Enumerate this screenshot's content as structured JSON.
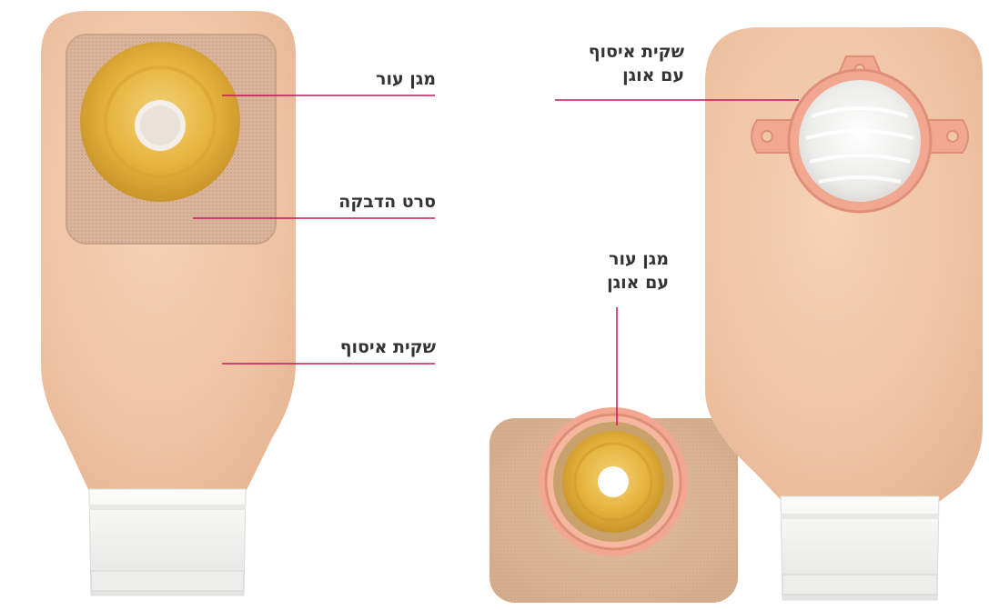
{
  "colors": {
    "text": "#333333",
    "leader_line": "#c2185b",
    "pouch": "#f0c8a8",
    "flange": "#f2a890",
    "barrier": "#dcb891",
    "hydrocolloid": "#e5b53a",
    "clamp": "#f4f4f2"
  },
  "left_pouch": {
    "labels": {
      "skin_barrier": "מגן עור",
      "adhesive_tape": "סרט הדבקה",
      "collection_bag": "שקית איסוף"
    }
  },
  "right_pouch": {
    "label": {
      "line1": "שקית איסוף",
      "line2": "עם אוגן"
    }
  },
  "wafer": {
    "label": {
      "line1": "מגן עור",
      "line2": "עם אוגן"
    }
  }
}
